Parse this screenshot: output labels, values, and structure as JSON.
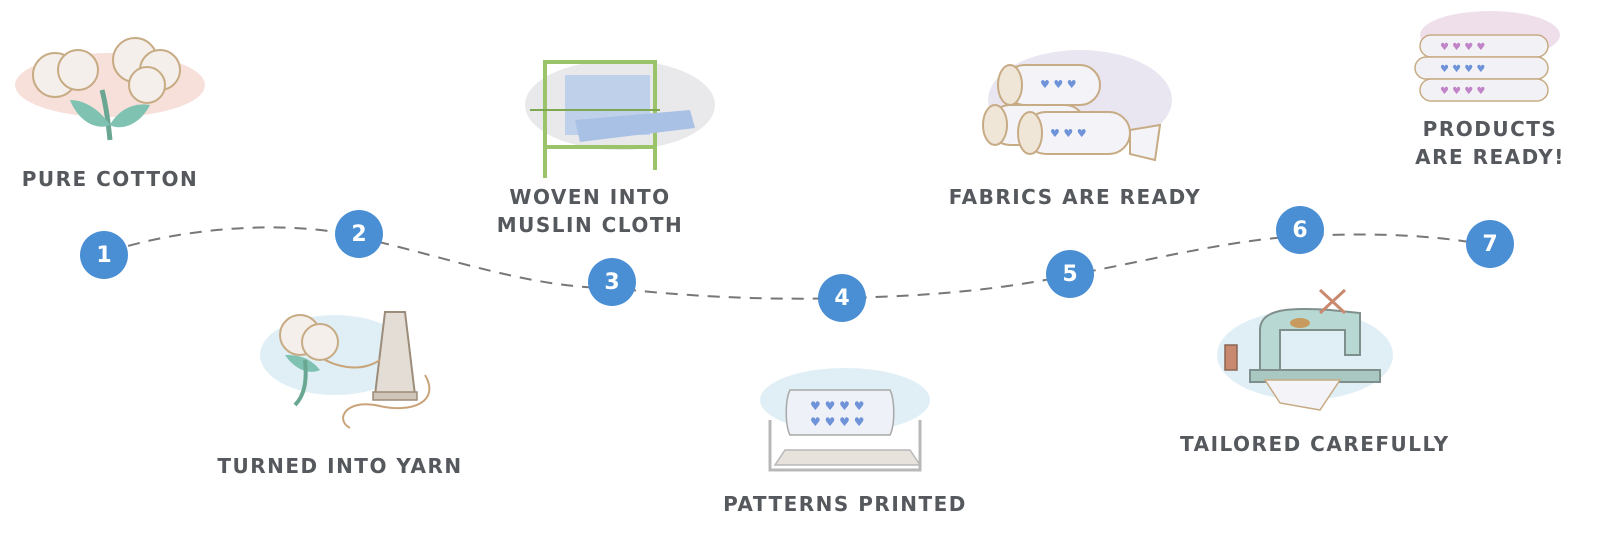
{
  "colors": {
    "accent": "#4a8fd4",
    "label_text": "#55585c",
    "path_dash": "#777777"
  },
  "steps": [
    {
      "number": "1",
      "label": "PURE COTTON",
      "icon": "cotton-boll-icon"
    },
    {
      "number": "2",
      "label": "TURNED INTO YARN",
      "icon": "yarn-spool-icon"
    },
    {
      "number": "3",
      "label_lines": [
        "WOVEN INTO",
        "MUSLIN CLOTH"
      ],
      "icon": "loom-icon"
    },
    {
      "number": "4",
      "label": "PATTERNS PRINTED",
      "icon": "printing-machine-icon"
    },
    {
      "number": "5",
      "label": "FABRICS ARE READY",
      "icon": "fabric-rolls-icon"
    },
    {
      "number": "6",
      "label": "TAILORED CAREFULLY",
      "icon": "sewing-machine-icon"
    },
    {
      "number": "7",
      "label_lines": [
        "PRODUCTS",
        "ARE READY!"
      ],
      "icon": "folded-products-icon"
    }
  ]
}
